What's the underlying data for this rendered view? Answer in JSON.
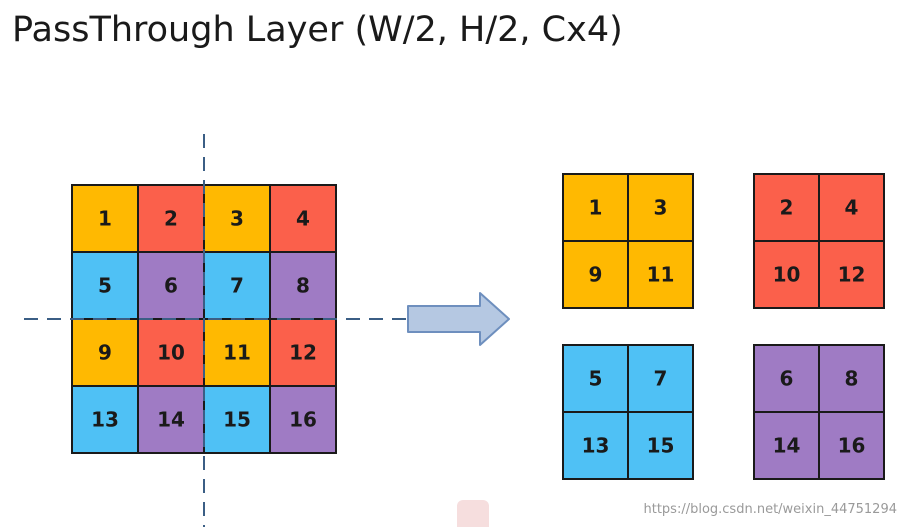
{
  "title": "PassThrough Layer (W/2, H/2, Cx4)",
  "watermark": "https://blog.csdn.net/weixin_44751294",
  "colors": {
    "orange": "#FFB901",
    "red": "#FB604B",
    "blue": "#4FC1F5",
    "purple": "#9F7BC4",
    "arrow_fill": "#B5C8E2",
    "arrow_stroke": "#6E8FBE",
    "dashed_line": "#3B5E85",
    "grid_line": "#1a1a1a"
  },
  "input_grid": {
    "cells": [
      {
        "label": "1",
        "color": "orange"
      },
      {
        "label": "2",
        "color": "red"
      },
      {
        "label": "3",
        "color": "orange"
      },
      {
        "label": "4",
        "color": "red"
      },
      {
        "label": "5",
        "color": "blue"
      },
      {
        "label": "6",
        "color": "purple"
      },
      {
        "label": "7",
        "color": "blue"
      },
      {
        "label": "8",
        "color": "purple"
      },
      {
        "label": "9",
        "color": "orange"
      },
      {
        "label": "10",
        "color": "red"
      },
      {
        "label": "11",
        "color": "orange"
      },
      {
        "label": "12",
        "color": "red"
      },
      {
        "label": "13",
        "color": "blue"
      },
      {
        "label": "14",
        "color": "purple"
      },
      {
        "label": "15",
        "color": "blue"
      },
      {
        "label": "16",
        "color": "purple"
      }
    ]
  },
  "output_grids": [
    {
      "color": "orange",
      "labels": [
        "1",
        "3",
        "9",
        "11"
      ]
    },
    {
      "color": "red",
      "labels": [
        "2",
        "4",
        "10",
        "12"
      ]
    },
    {
      "color": "blue",
      "labels": [
        "5",
        "7",
        "13",
        "15"
      ]
    },
    {
      "color": "purple",
      "labels": [
        "6",
        "8",
        "14",
        "16"
      ]
    }
  ]
}
